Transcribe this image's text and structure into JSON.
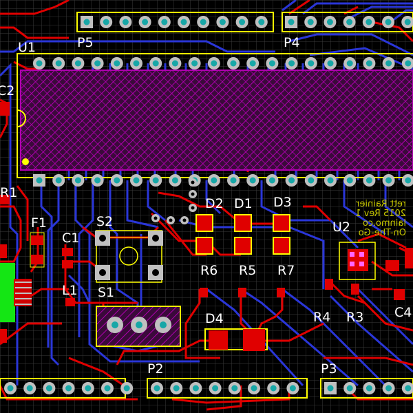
{
  "colors": {
    "background": "#000000",
    "grid": "#3a3a3a",
    "top_copper": "#e00000",
    "bottom_copper": "#2a36d8",
    "silkscreen": "#ffff00",
    "pad": "#17a7a7",
    "keepout": "#ff00ff",
    "label": "#ffffff",
    "green_component": "#14e614"
  },
  "designators": {
    "u1": "U1",
    "u2": "U2",
    "p2": "P2",
    "p3": "P3",
    "p4": "P4",
    "p5": "P5",
    "s1": "S1",
    "s2": "S2",
    "c1": "C1",
    "c2": "C2",
    "c4": "C4",
    "f1": "F1",
    "l1": "L1",
    "r1": "R1",
    "r3": "R3",
    "r4": "R4",
    "r5": "R5",
    "r6": "R6",
    "r7": "R7",
    "d1": "D1",
    "d2": "D2",
    "d3": "D3",
    "d4": "D4"
  },
  "silkscreen_text": {
    "line1": "rett Rainier",
    "line2": "2015 Rev 1",
    "line3": "lainmo.co",
    "line4": "On-The-Go"
  },
  "icons": {
    "via": "via-icon",
    "pad": "pad-icon",
    "smd_pad": "smd-pad-icon"
  }
}
